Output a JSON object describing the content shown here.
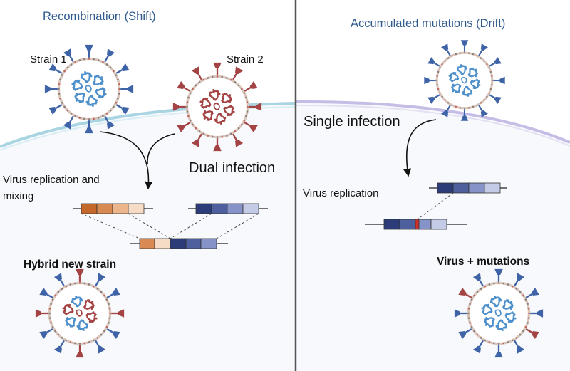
{
  "left_panel": {
    "title": "Recombination (Shift)",
    "strain1_label": "Strain 1",
    "strain2_label": "Strain 2",
    "dual_infection_label": "Dual infection",
    "replication_label_line1": "Virus replication and",
    "replication_label_line2": "mixing",
    "result_label": "Hybrid new strain"
  },
  "right_panel": {
    "title": "Accumulated mutations (Drift)",
    "single_infection_label": "Single  infection",
    "replication_label": "Virus replication",
    "result_label": "Virus + mutations"
  },
  "colors": {
    "heading": "#2f5a8e",
    "blue_strain": "#4d8fcb",
    "red_strain": "#a34343",
    "divider": "#555555",
    "membrane_left": "#a9d5e3",
    "membrane_right": "#c5bde6",
    "cell_fill": "#f7f9fc",
    "orange_segments": [
      "#c4672b",
      "#d98a52",
      "#ecb58c",
      "#f6dcc4"
    ],
    "navy_segments": [
      "#2b3c78",
      "#4e5f9e",
      "#8593c8",
      "#c4cbe7"
    ],
    "mutation_mark": "#d0302b"
  },
  "icons": [
    "virus-icon",
    "arrow-icon",
    "gene-segment-icon"
  ]
}
